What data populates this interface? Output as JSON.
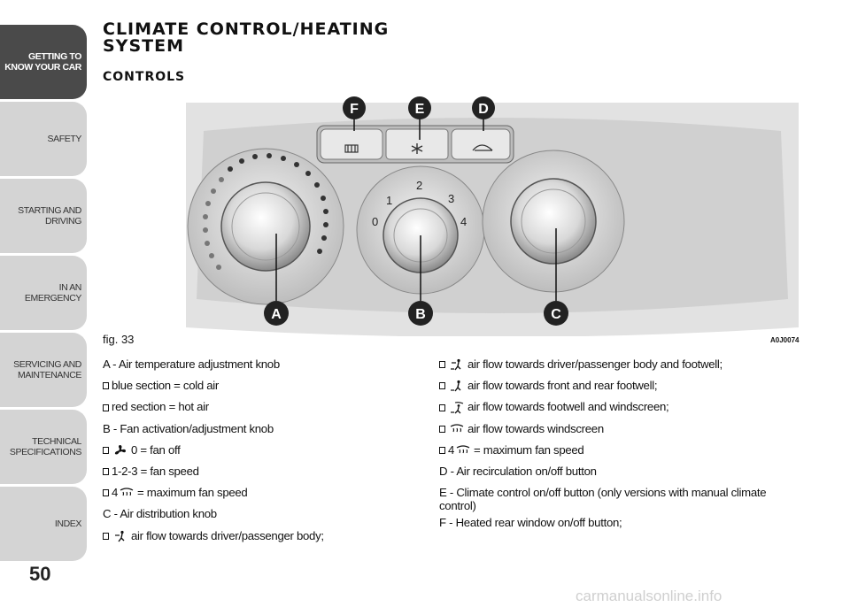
{
  "tabs": [
    {
      "lines": [
        "GETTING TO",
        "KNOW YOUR CAR"
      ],
      "active": true
    },
    {
      "lines": [
        "SAFETY"
      ],
      "active": false
    },
    {
      "lines": [
        "STARTING AND",
        "DRIVING"
      ],
      "active": false
    },
    {
      "lines": [
        "IN AN EMERGENCY"
      ],
      "active": false
    },
    {
      "lines": [
        "SERVICING AND",
        "MAINTENANCE"
      ],
      "active": false
    },
    {
      "lines": [
        "TECHNICAL",
        "SPECIFICATIONS"
      ],
      "active": false
    },
    {
      "lines": [
        "INDEX"
      ],
      "active": false
    }
  ],
  "page_number": "50",
  "heading": {
    "line1": "CLIMATE CONTROL/HEATING",
    "line2": "SYSTEM"
  },
  "subheading": "CONTROLS",
  "figure": {
    "caption": "fig. 33",
    "code": "A0J0074",
    "callouts": {
      "A": "A",
      "B": "B",
      "C": "C",
      "D": "D",
      "E": "E",
      "F": "F"
    },
    "fan_scale": {
      "s0": "0",
      "s1": "1",
      "s2": "2",
      "s3": "3",
      "s4": "4"
    }
  },
  "left_column": {
    "a_title": "A - Air temperature adjustment knob",
    "blue": "blue section = cold air",
    "red": "red section = hot air",
    "b_title": "B - Fan activation/adjustment knob",
    "fan_off": "0 = fan off",
    "fan_speed": "1-2-3 = fan speed",
    "max_prefix": "4",
    "max_text": "= maximum fan speed",
    "c_title": "C - Air distribution knob",
    "body": "air flow towards driver/passenger body;"
  },
  "right_column": {
    "body_foot": "air flow towards driver/passenger body and footwell;",
    "foot": "air flow towards front and rear footwell;",
    "foot_wind": "air flow towards footwell and windscreen;",
    "wind": "air flow towards windscreen",
    "max_prefix": "4",
    "max_text": "= maximum fan speed",
    "d_title": "D - Air recirculation on/off button",
    "e_title": "E - Climate control on/off button (only versions with manual climate control)",
    "f_title": "F - Heated rear window on/off button;"
  },
  "watermark": "carmanualsonline.info"
}
